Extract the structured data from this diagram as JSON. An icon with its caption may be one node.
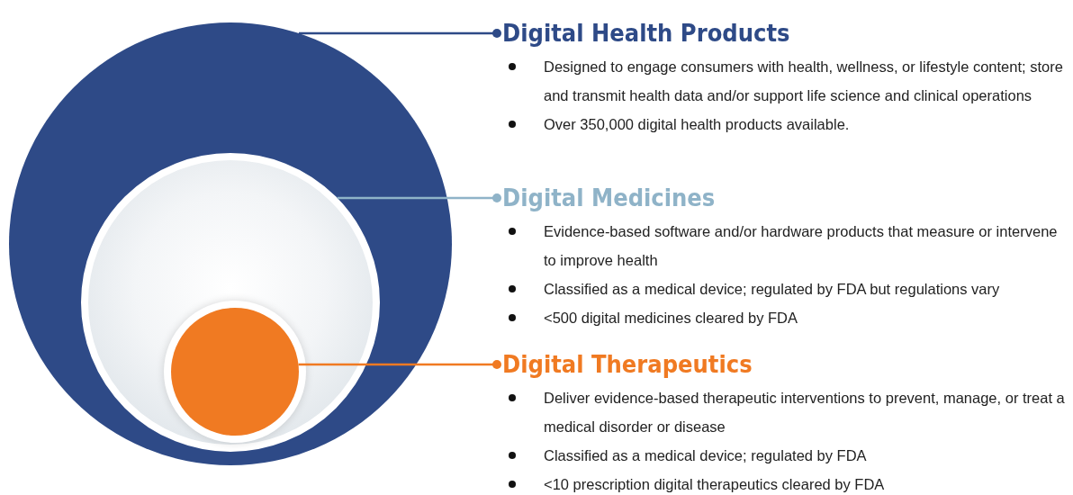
{
  "diagram": {
    "nodes": [
      {
        "text": [],
        "shape": "circle"
      },
      {
        "text": [],
        "shape": "circle",
        "in": 0
      },
      {
        "text": [],
        "shape": "circle",
        "in": 1
      },
      {
        "text": [
          "Digital Health Products",
          "Designed to engage consumers with health, wellness, or lifestyle content; store and transmit health data and/or support life science and clinical operations",
          "Over 350,000 digital health products available."
        ]
      },
      {
        "text": [
          "Digital Medicines",
          "Evidence-based software and/or hardware products that measure or intervene to improve health",
          "Classified as a medical device; regulated by FDA but regulations vary",
          "<500 digital medicines cleared by FDA"
        ]
      },
      {
        "text": [
          "Digital Therapeutics",
          "Deliver evidence-based therapeutic interventions to prevent, manage, or treat a medical disorder or disease",
          "Classified as a medical device; regulated by FDA",
          "<10 prescription digital therapeutics cleared by FDA"
        ]
      }
    ],
    "edges": [
      {
        "from": 3,
        "to": 0,
        "arrow": "other",
        "color": "#2e4a87"
      },
      {
        "from": 4,
        "to": 1,
        "arrow": "other",
        "color": "#8fb3c8"
      },
      {
        "from": 5,
        "to": 2,
        "arrow": "other",
        "color": "#f07a22"
      }
    ]
  }
}
